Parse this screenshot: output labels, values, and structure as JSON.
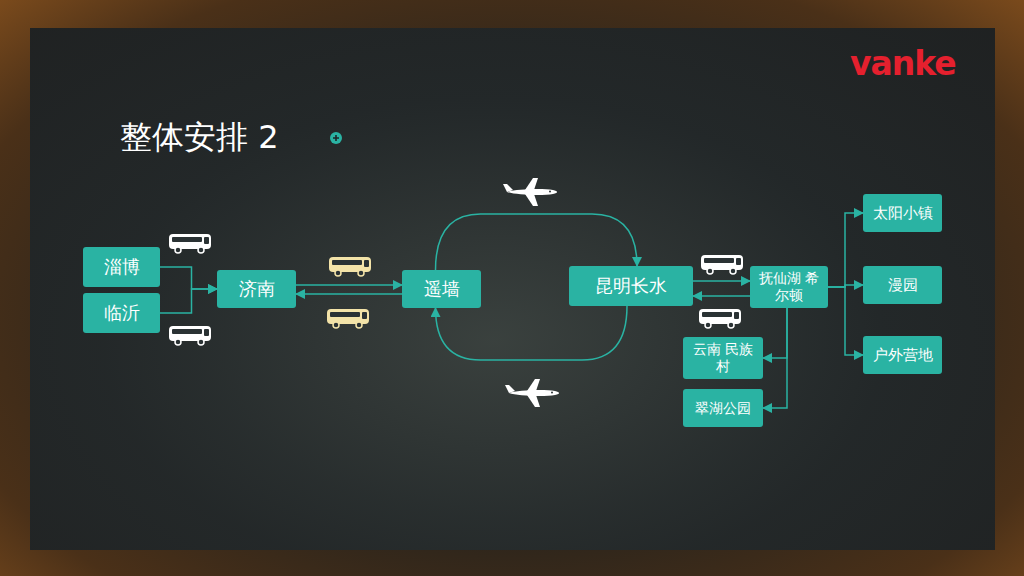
{
  "diagram": {
    "title": "整体安排 2",
    "nodes": [
      {
        "text": [
          "淄博"
        ]
      },
      {
        "text": [
          "临沂"
        ]
      },
      {
        "text": [
          "济南"
        ]
      },
      {
        "text": [
          "遥墙"
        ]
      },
      {
        "text": [
          "昆明长水"
        ]
      },
      {
        "text": [
          "抚仙湖 希尔顿"
        ]
      },
      {
        "text": [
          "太阳小镇"
        ]
      },
      {
        "text": [
          "漫园"
        ]
      },
      {
        "text": [
          "户外营地"
        ]
      },
      {
        "text": [
          "云南 民族村"
        ]
      },
      {
        "text": [
          "翠湖公园"
        ]
      }
    ],
    "edges": [
      {
        "from": 0,
        "to": 2,
        "arrow": "to"
      },
      {
        "from": 1,
        "to": 2,
        "arrow": "to"
      },
      {
        "from": 2,
        "to": 3,
        "arrow": "to"
      },
      {
        "from": 3,
        "to": 2,
        "arrow": "to"
      },
      {
        "from": 3,
        "to": 4,
        "arrow": "to"
      },
      {
        "from": 4,
        "to": 3,
        "arrow": "to"
      },
      {
        "from": 4,
        "to": 5,
        "arrow": "to"
      },
      {
        "from": 5,
        "to": 4,
        "arrow": "to"
      },
      {
        "from": 5,
        "to": 6,
        "arrow": "to"
      },
      {
        "from": 5,
        "to": 7,
        "arrow": "to"
      },
      {
        "from": 5,
        "to": 8,
        "arrow": "to"
      },
      {
        "from": 5,
        "to": 9,
        "arrow": "to"
      },
      {
        "from": 5,
        "to": 10,
        "arrow": "to"
      }
    ],
    "labels": [
      "vanke"
    ]
  }
}
